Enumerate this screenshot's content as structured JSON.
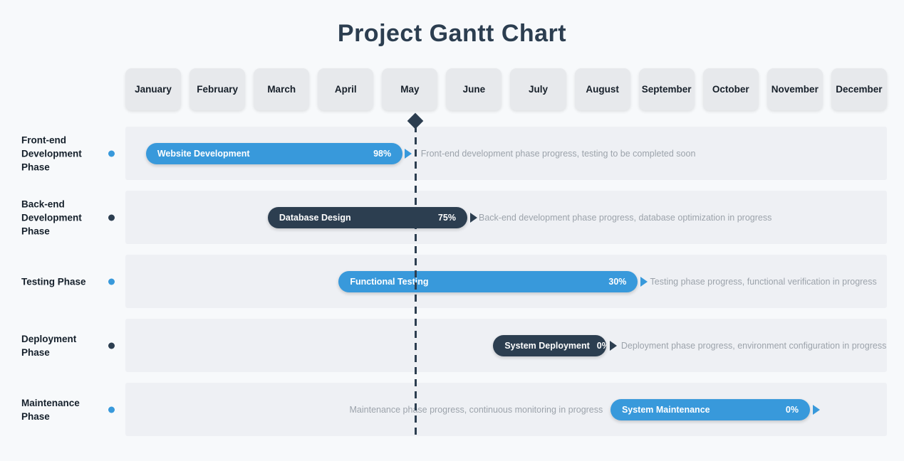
{
  "title": "Project Gantt Chart",
  "colors": {
    "accent_blue": "#3899db",
    "accent_dark": "#2c3e50",
    "page_bg": "#f7f9fb",
    "band_bg": "#eef0f4",
    "month_bg": "#e7e9ec",
    "desc_text": "#9ca3ab",
    "title_text": "#2c3e50"
  },
  "chart_data": {
    "type": "bar",
    "subtype": "gantt",
    "title": "Project Gantt Chart",
    "categories": [
      "January",
      "February",
      "March",
      "April",
      "May",
      "June",
      "July",
      "August",
      "September",
      "October",
      "November",
      "December"
    ],
    "x_axis_range": "January to December (one year)",
    "today_line_pct": 38.1,
    "today_line_position": "mid May",
    "legend": "none",
    "tasks": [
      {
        "phase": "Front-end Development Phase",
        "task": "Website Development",
        "progress": "98%",
        "bar_color": "blue",
        "start_pct": 2.7,
        "width_pct": 33.7,
        "arrow_pct": 36.7,
        "approx_span": "early January to mid May",
        "description": "Front-end development phase progress, testing to be completed soon",
        "desc_side": "right",
        "desc_pct": 38.8
      },
      {
        "phase": "Back-end Development Phase",
        "task": "Database Design",
        "progress": "75%",
        "bar_color": "dark",
        "start_pct": 18.7,
        "width_pct": 26.2,
        "arrow_pct": 45.3,
        "approx_span": "early March to mid June",
        "description": "Back-end development phase progress, database optimization in progress",
        "desc_side": "right",
        "desc_pct": 46.4
      },
      {
        "phase": "Testing Phase",
        "task": "Functional Testing",
        "progress": "30%",
        "bar_color": "blue",
        "start_pct": 28.0,
        "width_pct": 39.3,
        "arrow_pct": 67.6,
        "approx_span": "mid April to early September",
        "description": "Testing phase progress, functional verification in progress",
        "desc_side": "right",
        "desc_pct": 68.9
      },
      {
        "phase": "Deployment Phase",
        "task": "System Deployment",
        "progress": "0%",
        "bar_color": "dark",
        "start_pct": 48.3,
        "width_pct": 14.8,
        "arrow_pct": 63.6,
        "approx_span": "late June to mid August",
        "description": "Deployment phase progress, environment configuration in progress",
        "desc_side": "right",
        "desc_pct": 65.1
      },
      {
        "phase": "Maintenance Phase",
        "task": "System Maintenance",
        "progress": "0%",
        "bar_color": "blue",
        "start_pct": 63.7,
        "width_pct": 26.2,
        "arrow_pct": 90.3,
        "approx_span": "late August to late November",
        "description": "Maintenance phase progress, continuous monitoring in progress",
        "desc_side": "left",
        "desc_end_pct": 62.7
      }
    ]
  }
}
